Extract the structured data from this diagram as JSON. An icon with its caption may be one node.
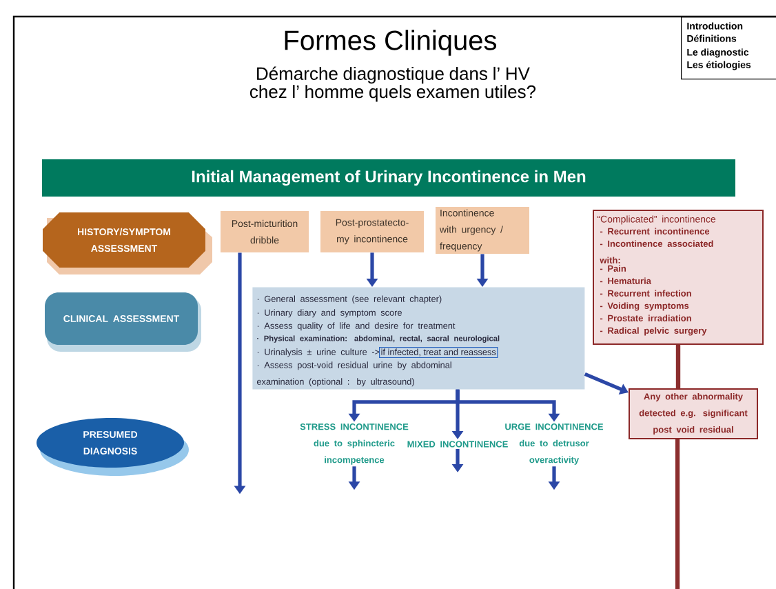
{
  "diagram": {
    "title": "Formes Cliniques",
    "nodes": [
      {
        "text": [
          "Introduction",
          "Définitions",
          "Le diagnostic",
          "Les étiologies"
        ]
      },
      {
        "text": [
          "Initial Management of Urinary Incontinence in Men"
        ]
      },
      {
        "text": [
          "HISTORY/SYMPTOM ASSESSMENT"
        ]
      },
      {
        "text": [
          "CLINICAL ASSESSMENT"
        ]
      },
      {
        "text": [
          "PRESUMED DIAGNOSIS"
        ]
      },
      {
        "text": [
          "Post-micturition dribble"
        ]
      },
      {
        "text": [
          "Post-prostatecto- my incontinence"
        ]
      },
      {
        "text": [
          "Incontinence with urgency / frequency"
        ]
      },
      {
        "text": [
          "· General assessment  (see relevant chapter)",
          "· Urinary diary and symptom score",
          "· Assess quality of life and desire for treatment",
          "· Physical examination: abdominal, rectal, sacral neurological",
          "· Urinalysis ± urine culture ->",
          "· Assess post-void residual urine  by abdominal examination (optional : by ultrasound)"
        ]
      },
      {
        "text": [
          "if infected, treat and reassess"
        ],
        "in": 8
      },
      {
        "text": [
          "“Complicated” incontinence",
          "- Recurrent incontinence",
          "- Incontinence associated with:",
          "- Pain",
          "- Hematuria",
          "- Recurrent infection",
          "- Voiding symptoms",
          "- Prostate irradiation",
          "- Radical pelvic surgery"
        ]
      },
      {
        "text": [
          "Any other abnormality detected e.g. significant post void residual"
        ]
      },
      {
        "text": [
          "STRESS  INCONTINENCE",
          "due to sphincteric incompetence"
        ]
      },
      {
        "text": [
          "MIXED INCONTINENCE"
        ]
      },
      {
        "text": [
          "URGE INCONTINENCE",
          "due to detrusor overactivity"
        ]
      }
    ],
    "edges": [
      {
        "from": 5,
        "to": null,
        "arrow": "to"
      },
      {
        "from": 6,
        "to": 8,
        "arrow": "to"
      },
      {
        "from": 7,
        "to": 8,
        "arrow": "to"
      },
      {
        "from": 8,
        "to": 12,
        "arrow": "to"
      },
      {
        "from": 8,
        "to": 13,
        "arrow": "to"
      },
      {
        "from": 8,
        "to": 14,
        "arrow": "to"
      },
      {
        "from": 8,
        "to": 11,
        "arrow": "to"
      },
      {
        "from": 10,
        "to": 11,
        "arrow": "none",
        "color": "#8b2e2e"
      },
      {
        "from": 11,
        "to": null,
        "arrow": "none",
        "color": "#8b2e2e"
      },
      {
        "from": 12,
        "to": null,
        "arrow": "to"
      },
      {
        "from": 13,
        "to": null,
        "arrow": "to"
      },
      {
        "from": 14,
        "to": null,
        "arrow": "to"
      }
    ],
    "labels": [
      "Démarche diagnostique dans l’ HV chez l’ homme quels examen utiles?"
    ]
  }
}
